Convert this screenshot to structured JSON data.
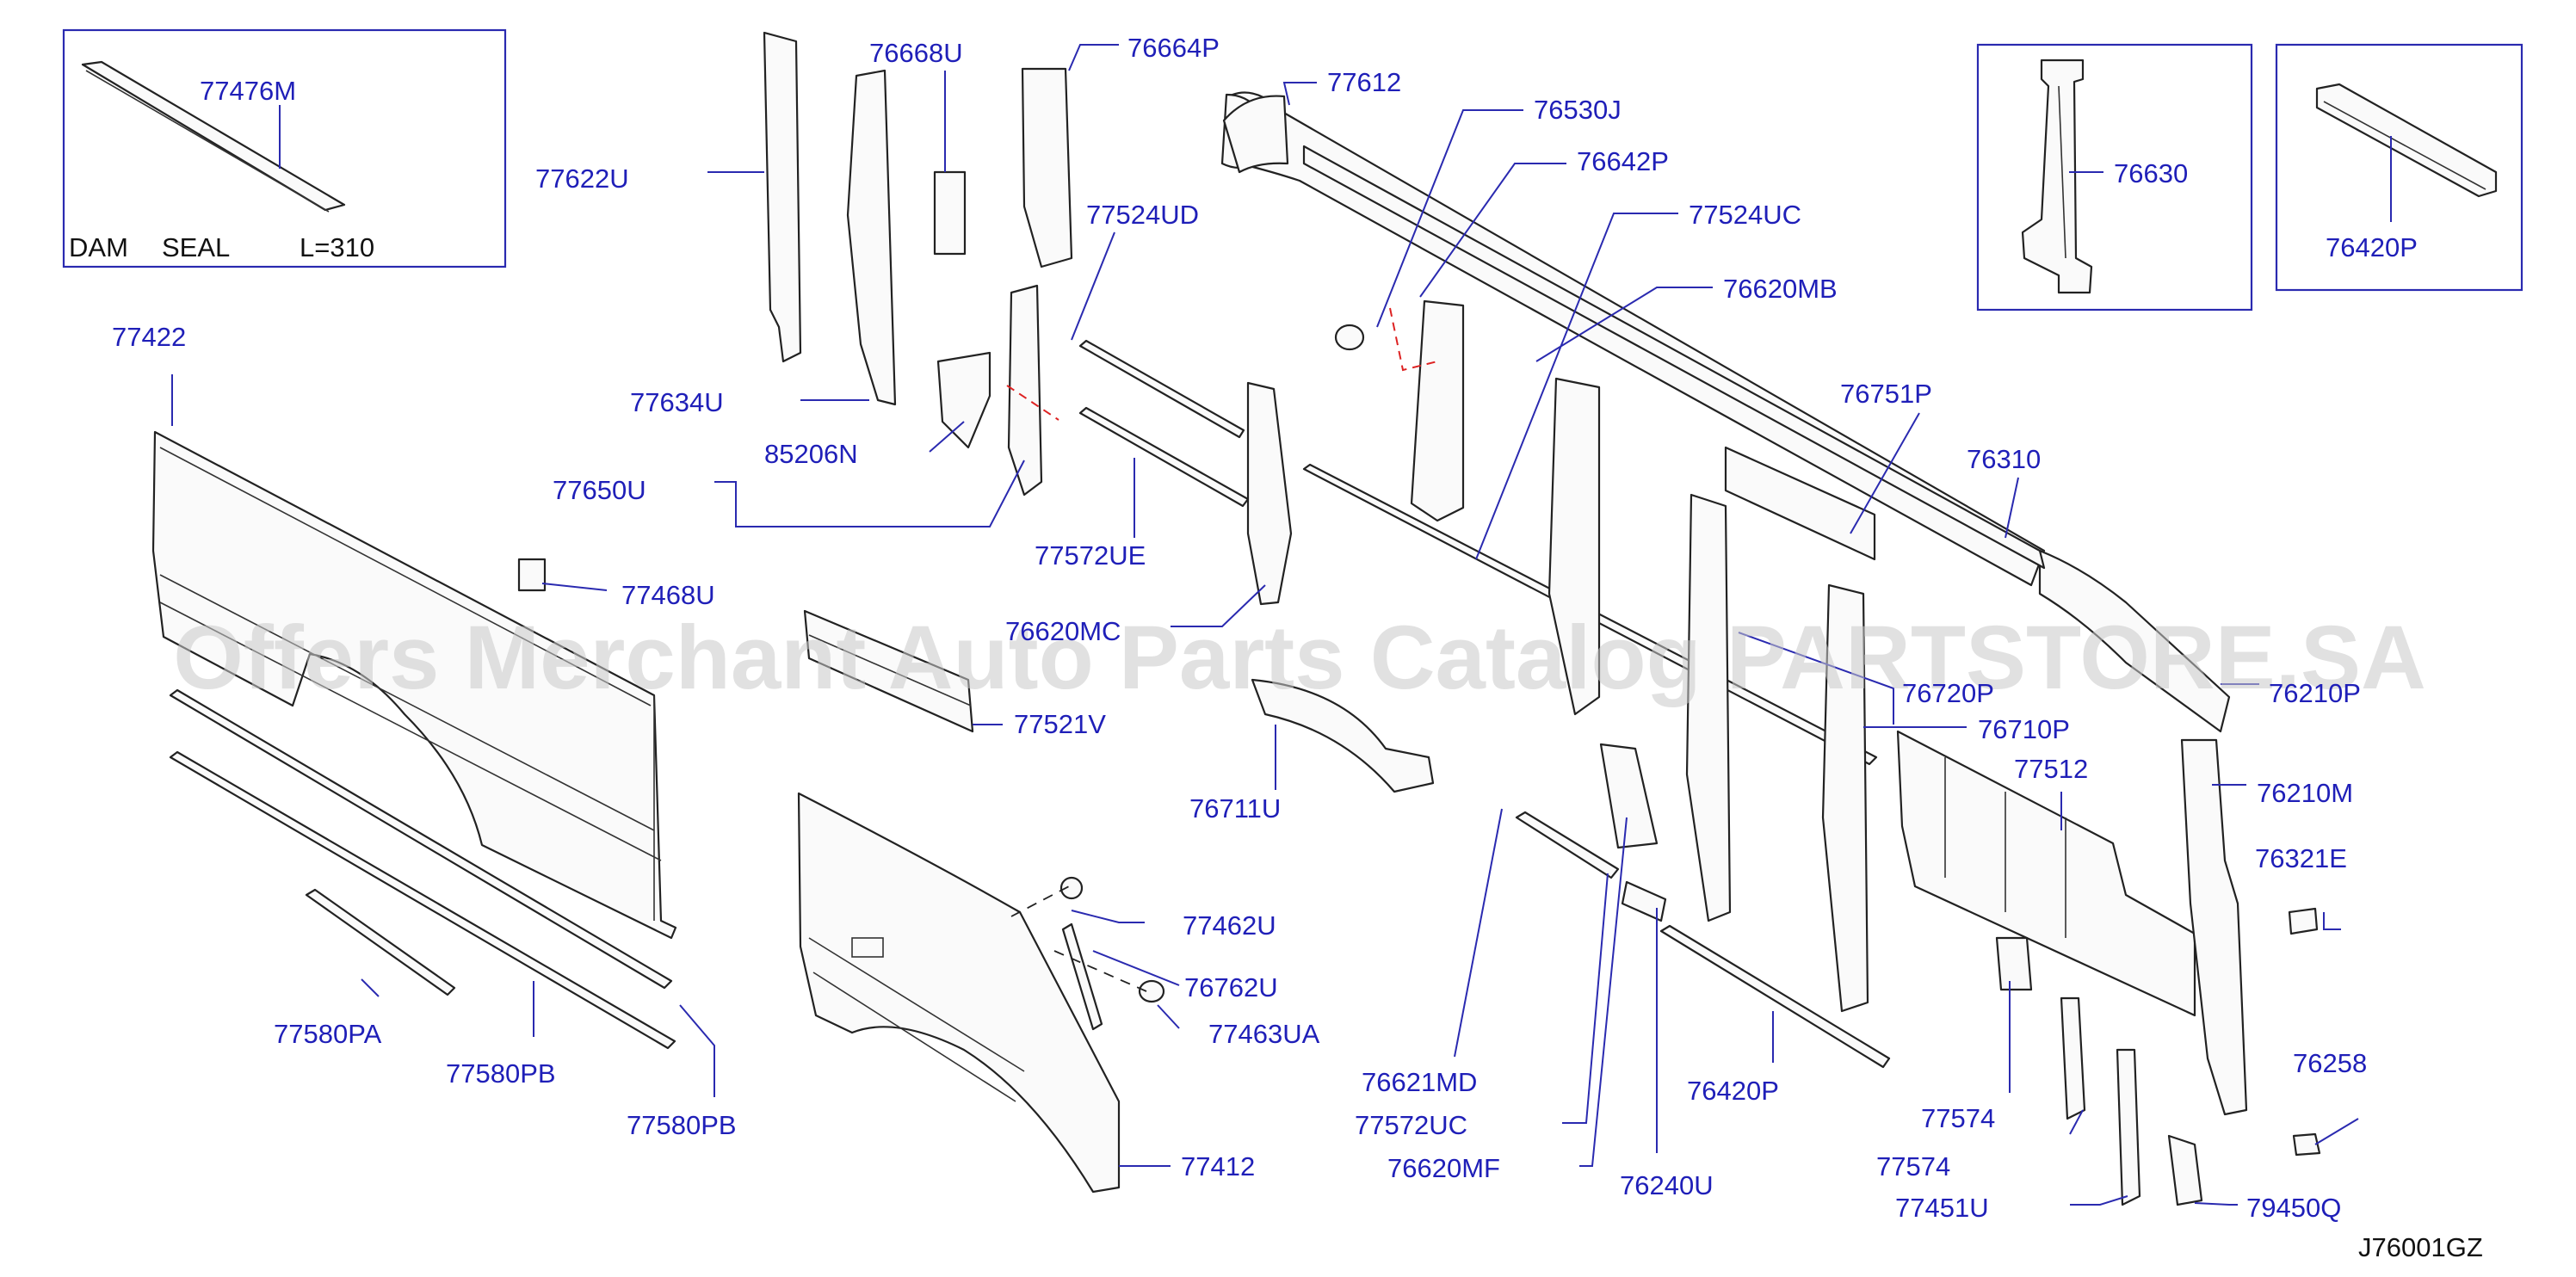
{
  "diagram": {
    "code": "J76001GZ",
    "watermark": "Offers Merchant Auto Parts Catalog PARTSTORE.SA",
    "inset_seal": {
      "part": "77476M",
      "label_dam": "DAM",
      "label_seal": "SEAL",
      "length": "L=310"
    },
    "parts": [
      "77622U",
      "76668U",
      "76664P",
      "77612",
      "76530J",
      "76642P",
      "77524UC",
      "76620MB",
      "77524UD",
      "77634U",
      "85206N",
      "77650U",
      "77422",
      "77468U",
      "77572UE",
      "76620MC",
      "77521V",
      "76711U",
      "76751P",
      "76310",
      "76720P",
      "76210P",
      "76710P",
      "77512",
      "76210M",
      "76321E",
      "76258",
      "76630",
      "76420P",
      "77462U",
      "76762U",
      "77463UA",
      "77580PA",
      "77580PB",
      "77580PB",
      "77412",
      "76621MD",
      "77572UC",
      "76620MF",
      "76240U",
      "76420P",
      "77574",
      "77574",
      "77451U",
      "79450Q"
    ]
  }
}
